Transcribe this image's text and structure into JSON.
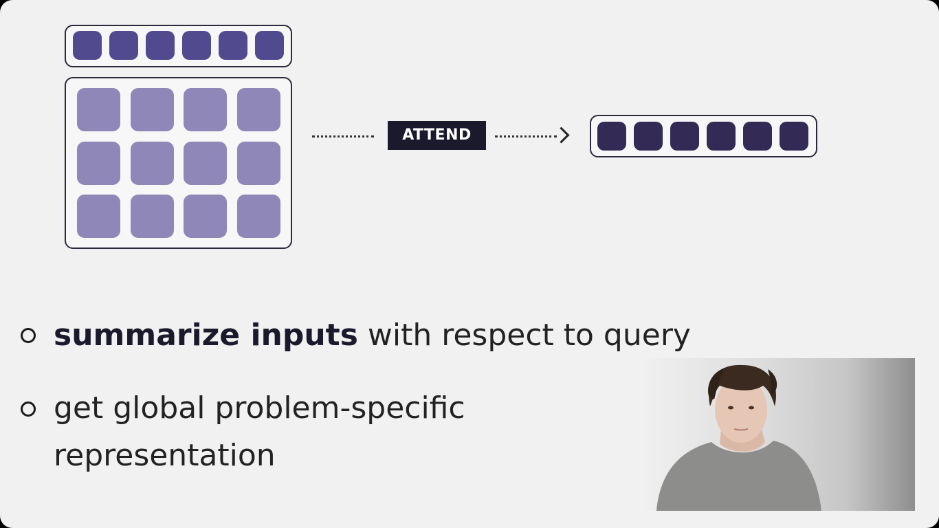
{
  "diagram": {
    "attend_label": "ATTEND",
    "query_tokens": 6,
    "input_grid": {
      "rows": 3,
      "cols": 4
    },
    "output_tokens": 6,
    "colors": {
      "query_token": "#524a8f",
      "input_cell": "#8e87b7",
      "output_token": "#332b55",
      "attend_bg": "#1b1a2c"
    }
  },
  "bullets": [
    {
      "bold": "summarize inputs",
      "rest": " with respect to query"
    },
    {
      "line1": "get global problem-specific",
      "line2": "representation"
    }
  ],
  "presenter": {
    "icon": "person-video-icon"
  }
}
